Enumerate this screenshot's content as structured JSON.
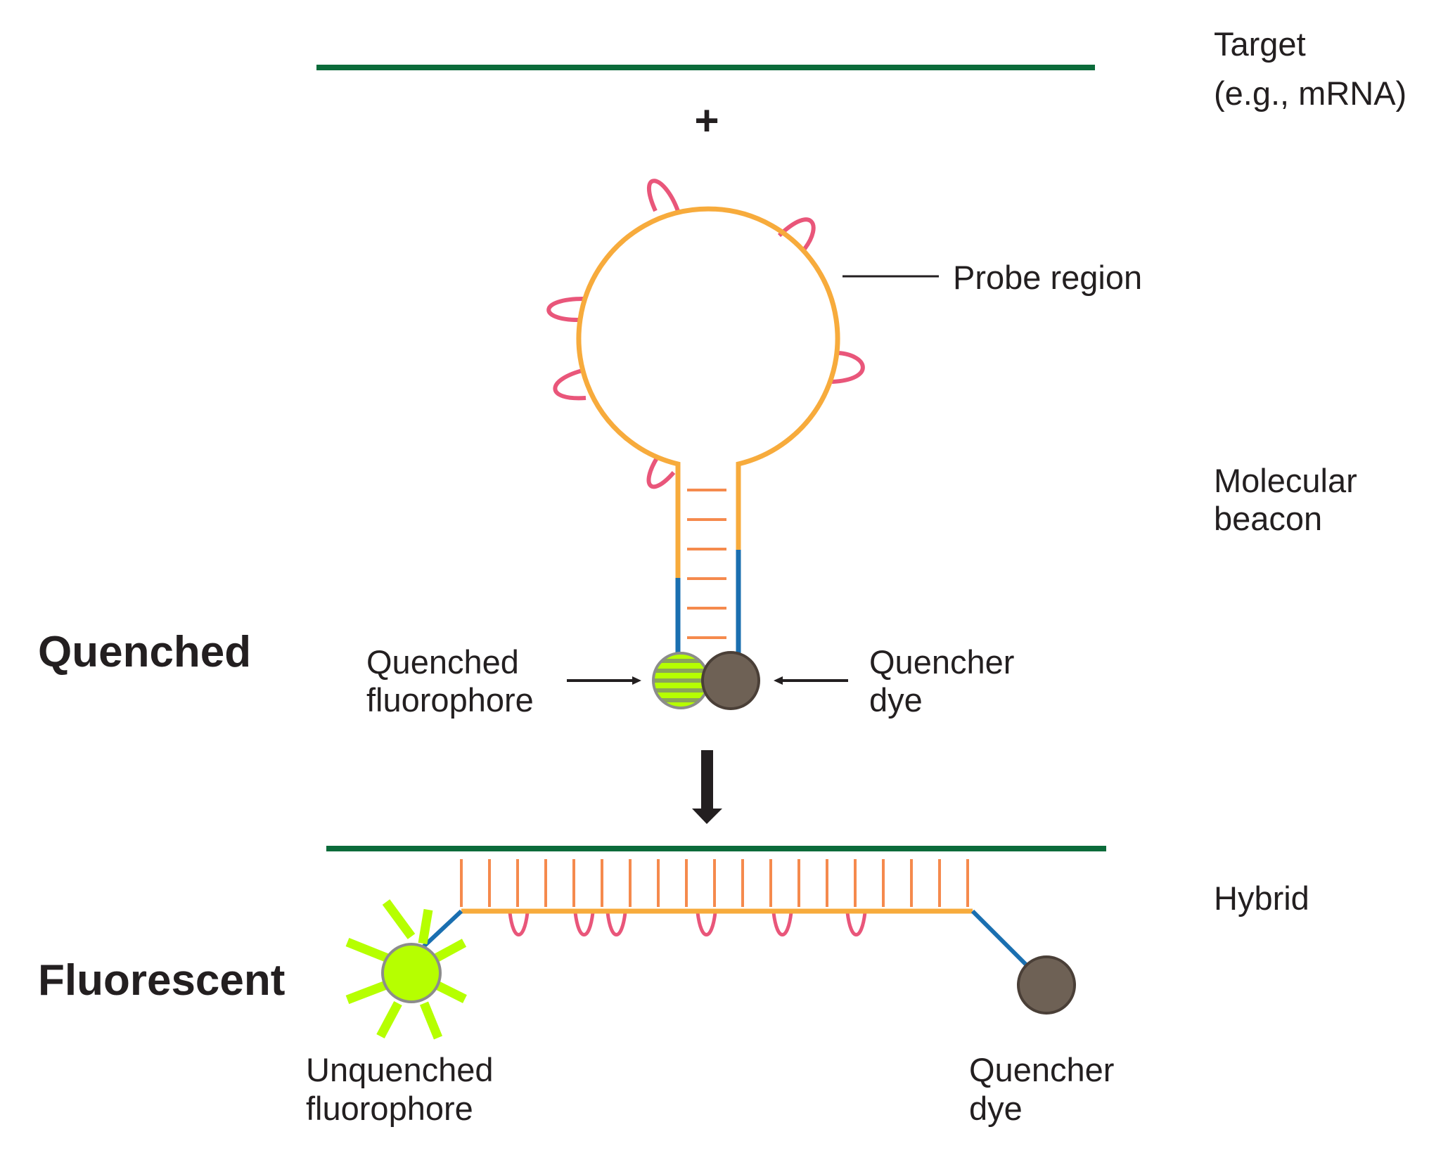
{
  "labels": {
    "target_line1": "Target",
    "target_line2": "(e.g., mRNA)",
    "plus": "+",
    "probe_region": "Probe region",
    "beacon_line1": "Molecular",
    "beacon_line2": "beacon",
    "quenched_state": "Quenched",
    "quenched_fluor_line1": "Quenched",
    "quenched_fluor_line2": "fluorophore",
    "quencher_top_line1": "Quencher",
    "quencher_top_line2": "dye",
    "hybrid": "Hybrid",
    "fluorescent_state": "Fluorescent",
    "unquenched_line1": "Unquenched",
    "unquenched_line2": "fluorophore",
    "quencher_bottom_line1": "Quencher",
    "quencher_bottom_line2": "dye"
  },
  "colors": {
    "target_strand": "#0b6b3a",
    "probe_strand": "#f7ab3c",
    "stem_arm": "#1a6fb0",
    "base_pair": "#f58a4d",
    "loop_base": "#e9567a",
    "fluorophore": "#b6ff00",
    "quencher": "#6e6155",
    "text": "#231f20"
  }
}
